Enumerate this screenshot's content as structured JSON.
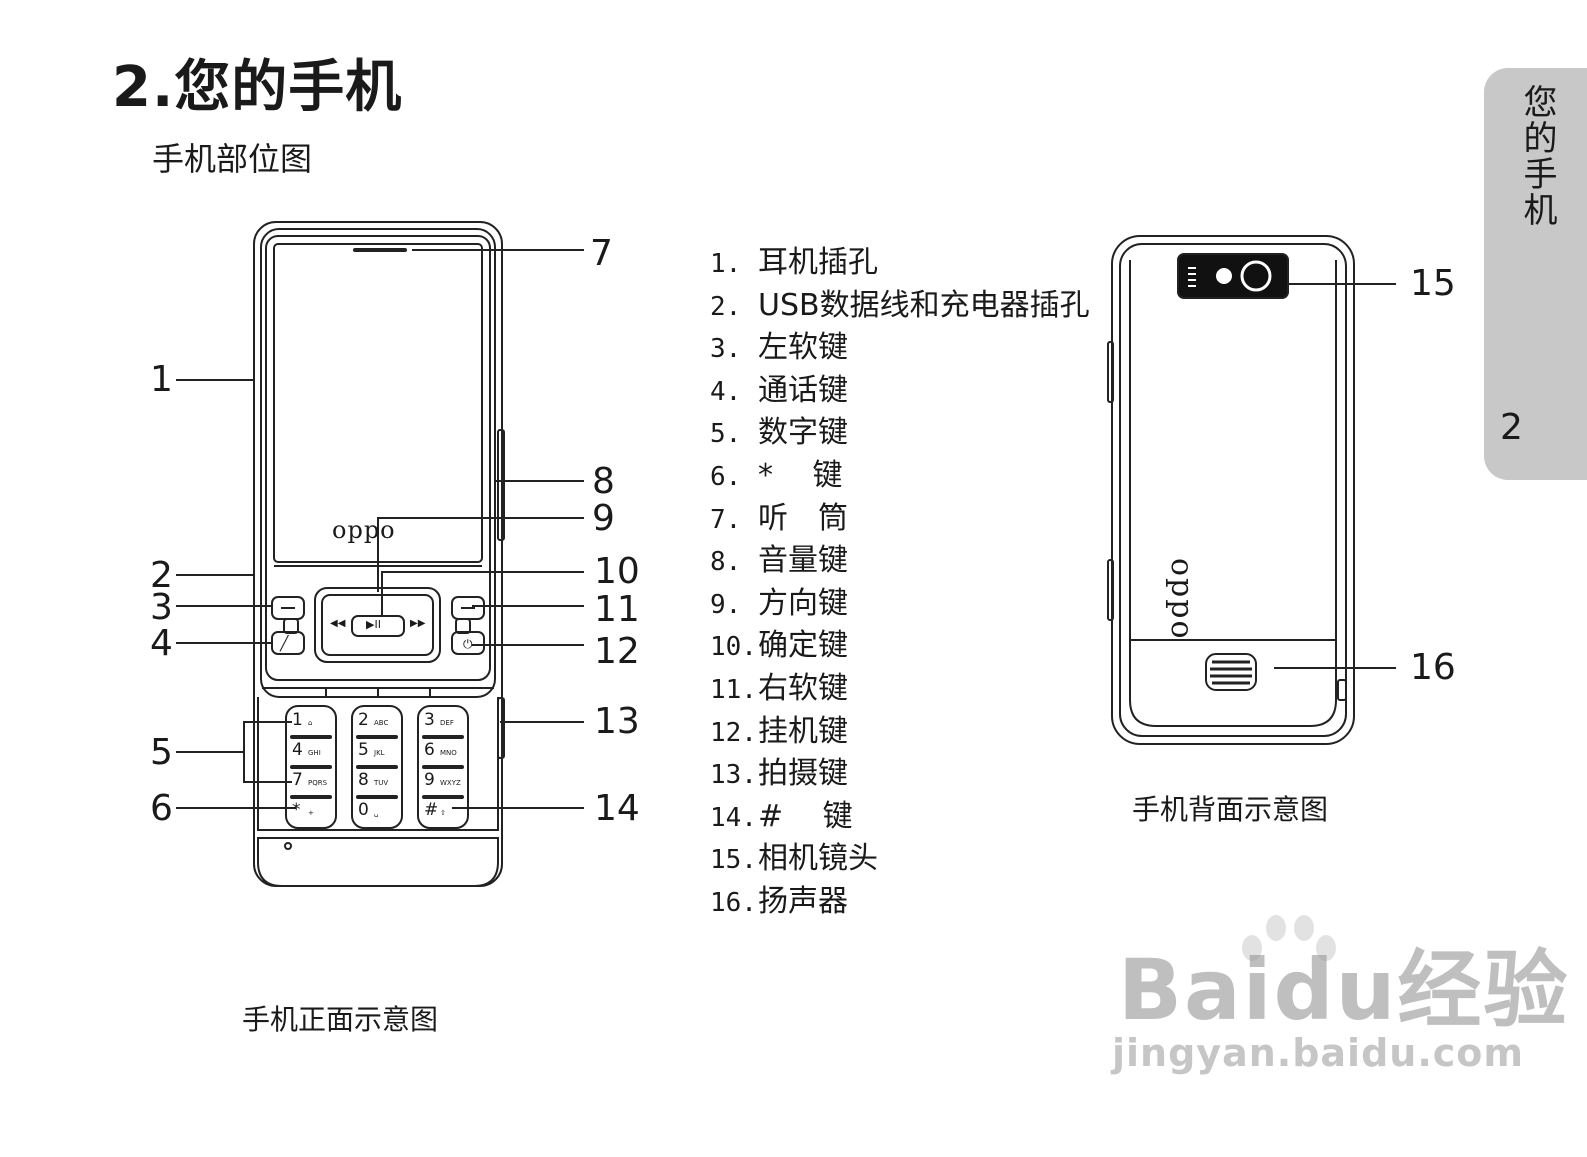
{
  "page": {
    "title": "2.您的手机",
    "subtitle": "手机部位图"
  },
  "side_tab": {
    "title": "您的手机",
    "page_number": "2"
  },
  "front_diagram": {
    "caption": "手机正面示意图",
    "brand_logo": "oppo",
    "callouts": [
      "1",
      "2",
      "3",
      "4",
      "5",
      "6",
      "7",
      "8",
      "9",
      "10",
      "11",
      "12",
      "13",
      "14"
    ],
    "keys": [
      {
        "digit": "1",
        "letters": "⌂"
      },
      {
        "digit": "2",
        "letters": "ABC"
      },
      {
        "digit": "3",
        "letters": "DEF"
      },
      {
        "digit": "4",
        "letters": "GHI"
      },
      {
        "digit": "5",
        "letters": "JKL"
      },
      {
        "digit": "6",
        "letters": "MNO"
      },
      {
        "digit": "7",
        "letters": "PQRS"
      },
      {
        "digit": "8",
        "letters": "TUV"
      },
      {
        "digit": "9",
        "letters": "WXYZ"
      },
      {
        "digit": "*",
        "letters": "+"
      },
      {
        "digit": "0",
        "letters": "␣"
      },
      {
        "digit": "#",
        "letters": "⇧"
      }
    ],
    "nav_center": "▶II",
    "nav_left": "◀◀",
    "nav_right": "▶▶"
  },
  "back_diagram": {
    "caption": "手机背面示意图",
    "brand_logo": "oppo",
    "callouts": [
      "15",
      "16"
    ]
  },
  "legend": [
    {
      "num": "1.",
      "label": "耳机插孔"
    },
    {
      "num": "2.",
      "label": "USB数据线和充电器插孔"
    },
    {
      "num": "3.",
      "label": "左软键"
    },
    {
      "num": "4.",
      "label": "通话键"
    },
    {
      "num": "5.",
      "label": "数字键"
    },
    {
      "num": "6.",
      "label": "*　 键"
    },
    {
      "num": "7.",
      "label": "听　筒"
    },
    {
      "num": "8.",
      "label": "音量键"
    },
    {
      "num": "9.",
      "label": "方向键"
    },
    {
      "num": "10.",
      "label": "确定键"
    },
    {
      "num": "11.",
      "label": "右软键"
    },
    {
      "num": "12.",
      "label": "挂机键"
    },
    {
      "num": "13.",
      "label": "拍摄键"
    },
    {
      "num": "14.",
      "label": "#　 键"
    },
    {
      "num": "15.",
      "label": "相机镜头"
    },
    {
      "num": "16.",
      "label": "扬声器"
    }
  ],
  "watermark": {
    "brand": "Baidu经验",
    "url": "jingyan.baidu.com"
  }
}
